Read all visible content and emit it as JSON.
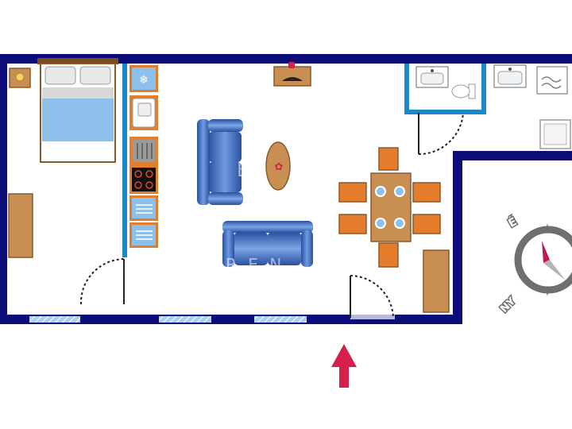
{
  "colors": {
    "wall": "#0d0d7a",
    "wall_light": "#1a88c9",
    "window": "#8fc2ea",
    "wood": "#c98f52",
    "wood_dark": "#8a5a2c",
    "bed_sheet": "#8dc0ea",
    "sofa": "#3f6fc1",
    "chair": "#e57c2b",
    "arrow": "#d6204b",
    "compass_ring": "#6f6f6f",
    "compass_needle": "#c0185a"
  },
  "compass": {
    "north_label": "É",
    "west_label": "NY"
  },
  "watermark": {
    "top": "B",
    "bottom": "R E N"
  }
}
